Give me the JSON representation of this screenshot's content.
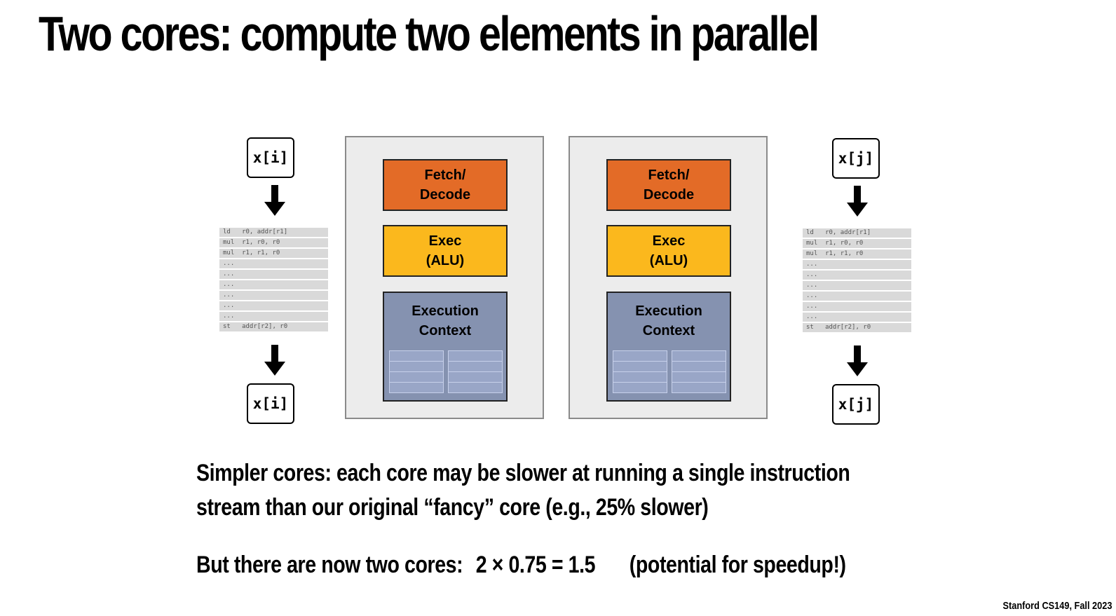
{
  "title": "Two cores: compute two elements in parallel",
  "left_stream": {
    "input_label": "x[i]",
    "output_label": "x[i]",
    "code": [
      "ld   r0, addr[r1]",
      "mul  r1, r0, r0",
      "mul  r1, r1, r0",
      "...",
      "...",
      "...",
      "...",
      "...",
      "...",
      "st   addr[r2], r0"
    ]
  },
  "right_stream": {
    "input_label": "x[j]",
    "output_label": "x[j]",
    "code": [
      "ld   r0, addr[r1]",
      "mul  r1, r0, r0",
      "mul  r1, r1, r0",
      "...",
      "...",
      "...",
      "...",
      "...",
      "...",
      "st   addr[r2], r0"
    ]
  },
  "core": {
    "fetch_label": "Fetch/\nDecode",
    "exec_label": "Exec\n(ALU)",
    "ctx_label": "Execution\nContext"
  },
  "colors": {
    "fetch": "#e36b27",
    "exec": "#fbb81d",
    "context": "#8592b0"
  },
  "text": {
    "line1": "Simpler cores: each core may be slower at running a single instruction",
    "line2": "stream than our original “fancy” core (e.g., 25% slower)",
    "line3_a": "But there are now two cores:",
    "line3_formula": "2 × 0.75 = 1.5",
    "line3_b": "(potential for speedup!)"
  },
  "footer": "Stanford CS149, Fall 2023"
}
